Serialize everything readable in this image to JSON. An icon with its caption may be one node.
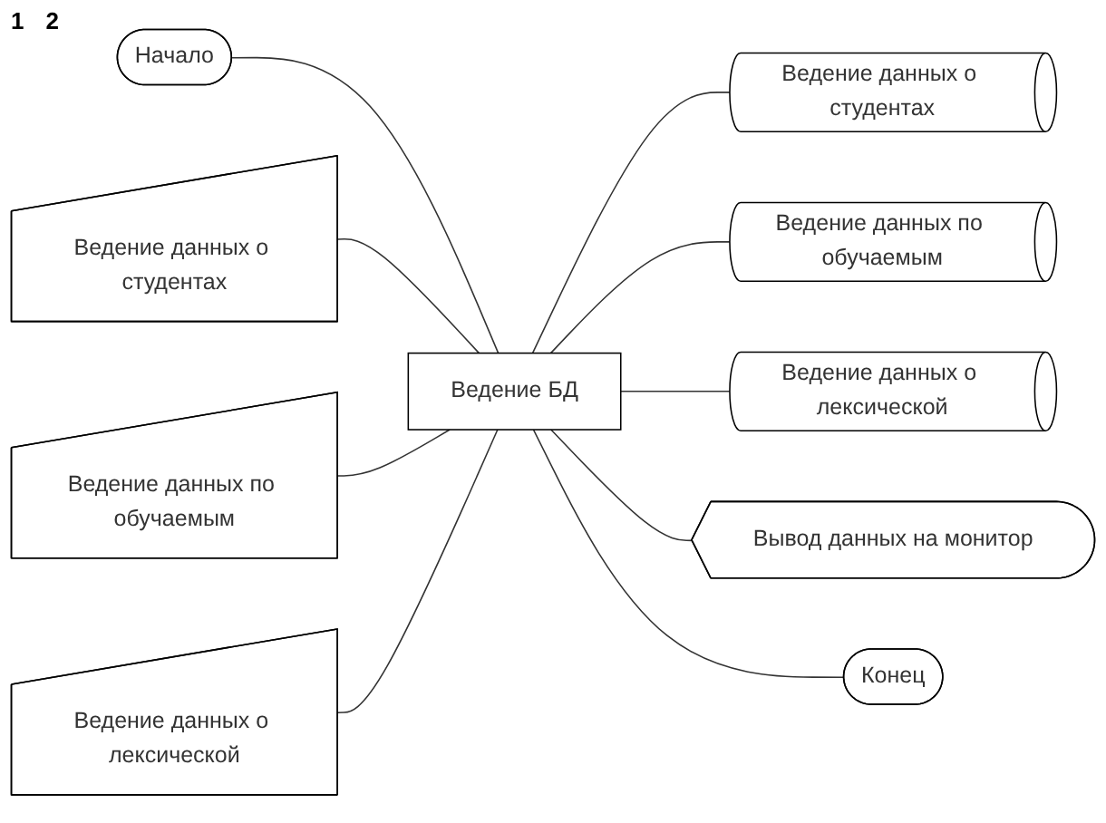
{
  "diagram": {
    "nodes": [
      {
        "text": [
          "Начало"
        ]
      },
      {
        "text": [
          "Ведение данных о студентах"
        ]
      },
      {
        "text": [
          "Ведение данных о студентах"
        ]
      },
      {
        "text": [
          "Ведение БД"
        ]
      },
      {
        "text": [
          "Ведение данных по обучаемым"
        ]
      },
      {
        "text": [
          "Ведение данных по обучаемым"
        ]
      },
      {
        "text": [
          "Ведение данных о лексической"
        ]
      },
      {
        "text": [
          "Ведение данных о лексической"
        ]
      },
      {
        "text": [
          "Вывод данных на монитор"
        ]
      },
      {
        "text": [
          "Конец"
        ]
      }
    ],
    "edges": [
      {
        "from": 0,
        "to": 3,
        "arrow": "none"
      },
      {
        "from": 1,
        "to": 3,
        "arrow": "none"
      },
      {
        "from": 4,
        "to": 3,
        "arrow": "none"
      },
      {
        "from": 6,
        "to": 3,
        "arrow": "none"
      },
      {
        "from": 3,
        "to": 2,
        "arrow": "none"
      },
      {
        "from": 3,
        "to": 5,
        "arrow": "none"
      },
      {
        "from": 3,
        "to": 7,
        "arrow": "none"
      },
      {
        "from": 3,
        "to": 8,
        "arrow": "none"
      },
      {
        "from": 3,
        "to": 9,
        "arrow": "none"
      }
    ],
    "labels": [
      "1",
      "2"
    ]
  }
}
